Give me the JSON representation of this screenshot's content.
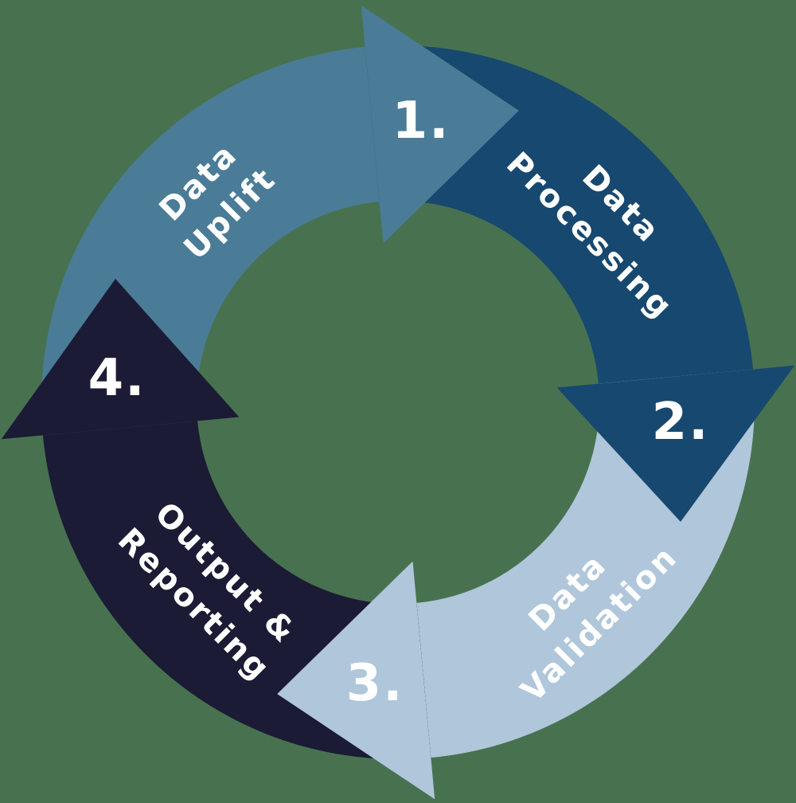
{
  "background_color": "#48724F",
  "diagram": {
    "type": "cycle",
    "direction": "clockwise",
    "text_color": "#FFFFFF",
    "steps": [
      {
        "number": "1.",
        "label_line1": "Data",
        "label_line2": "Uplift",
        "color": "#4A7C98",
        "position": "top-left"
      },
      {
        "number": "2.",
        "label_line1": "Data",
        "label_line2": "Processing",
        "color": "#17486F",
        "position": "right"
      },
      {
        "number": "3.",
        "label_line1": "Data",
        "label_line2": "Validation",
        "color": "#AFC6DB",
        "position": "bottom-right"
      },
      {
        "number": "4.",
        "label_line1": "Output &",
        "label_line2": "Reporting",
        "color": "#1B1B35",
        "position": "left"
      }
    ]
  }
}
